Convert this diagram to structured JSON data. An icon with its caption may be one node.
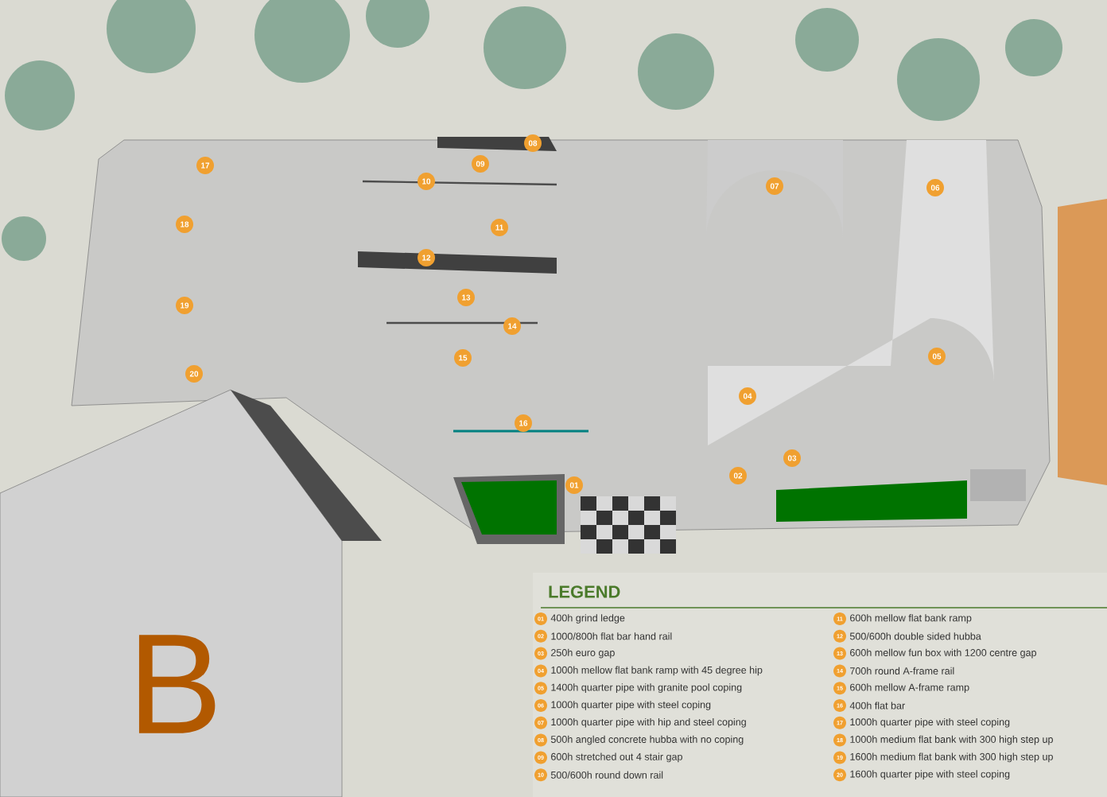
{
  "diagram": {
    "labels": [
      "01",
      "02",
      "03",
      "04",
      "05",
      "06",
      "07",
      "08",
      "09",
      "10",
      "11",
      "12",
      "13",
      "14",
      "15",
      "16",
      "17",
      "18",
      "19",
      "20",
      "B",
      "LEGEND",
      "01",
      "02",
      "03",
      "04",
      "05",
      "06",
      "07",
      "08",
      "09",
      "10",
      "11",
      "12",
      "13",
      "14",
      "15",
      "16",
      "17",
      "18",
      "19",
      "20"
    ],
    "legend": [
      {
        "text": "400h grind ledge"
      },
      {
        "text": "1000/800h flat bar hand rail"
      },
      {
        "text": "250h euro gap"
      },
      {
        "text": "1000h mellow flat bank ramp with 45 degree hip"
      },
      {
        "text": "1400h quarter pipe with granite pool coping"
      },
      {
        "text": "1000h quarter pipe with steel coping"
      },
      {
        "text": "1000h quarter pipe with hip and steel coping"
      },
      {
        "text": "500h angled concrete hubba with no coping"
      },
      {
        "text": "600h stretched out 4 stair gap"
      },
      {
        "text": "500/600h round down rail"
      },
      {
        "text": "600h mellow flat bank ramp"
      },
      {
        "text": "500/600h double sided hubba"
      },
      {
        "text": "600h mellow fun box with 1200 centre gap"
      },
      {
        "text": "700h round A-frame rail"
      },
      {
        "text": "600h mellow A-frame ramp"
      },
      {
        "text": "400h flat bar"
      },
      {
        "text": "1000h quarter pipe with steel coping"
      },
      {
        "text": "1000h medium flat bank with 300 high step up"
      },
      {
        "text": "1600h medium flat bank with 300 high step up"
      },
      {
        "text": "1600h quarter pipe with steel coping"
      }
    ]
  }
}
